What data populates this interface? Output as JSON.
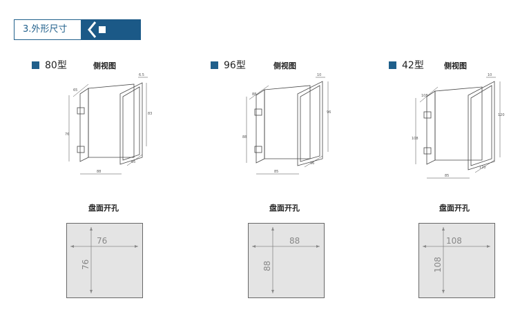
{
  "section": {
    "title": "3.外形尺寸"
  },
  "models": [
    {
      "name": "80型",
      "view_label": "侧视图",
      "cutout_label": "盘面开孔",
      "side_dims": {
        "front_thickness": "6.5",
        "height": "83",
        "body_height": "76",
        "depth": "88",
        "front_depth": "65",
        "top": "65",
        "slant": "65"
      },
      "cutout_dims": {
        "width": "76",
        "height": "76"
      }
    },
    {
      "name": "96型",
      "view_label": "侧视图",
      "cutout_label": "盘面开孔",
      "side_dims": {
        "front_thickness": "10",
        "height": "96",
        "body_height": "88",
        "depth": "85",
        "front_depth": "96",
        "top": "88",
        "slant": "96"
      },
      "cutout_dims": {
        "width": "88",
        "height": "88"
      }
    },
    {
      "name": "42型",
      "view_label": "侧视图",
      "cutout_label": "盘面开孔",
      "side_dims": {
        "front_thickness": "10",
        "height": "120",
        "body_height": "108",
        "depth": "85",
        "front_depth": "120",
        "top": "108",
        "slant": "120"
      },
      "cutout_dims": {
        "width": "108",
        "height": "108"
      }
    }
  ]
}
